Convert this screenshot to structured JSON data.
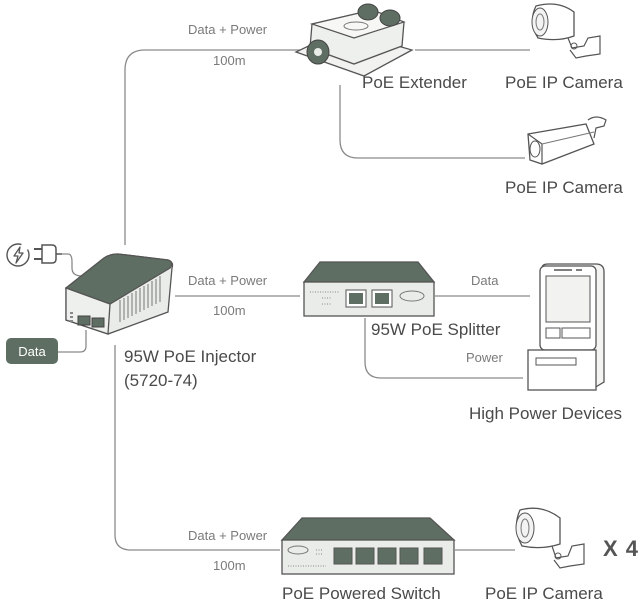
{
  "colors": {
    "device_top": "#5f6e63",
    "device_face": "#e9ece8",
    "outline": "#555555",
    "line": "#7a7a7a",
    "text": "#4a4a4a",
    "caption": "#7a7a7a"
  },
  "injector": {
    "name": "95W PoE Injector",
    "model": "(5720-74)",
    "data_badge": "Data"
  },
  "top_branch": {
    "link_label": "Data + Power",
    "distance": "100m",
    "extender_label": "PoE Extender",
    "camera1_label": "PoE IP Camera",
    "camera2_label": "PoE IP Camera"
  },
  "middle_branch": {
    "link_label": "Data + Power",
    "distance": "100m",
    "splitter_label": "95W PoE Splitter",
    "data_label": "Data",
    "power_label": "Power",
    "device_label": "High Power Devices"
  },
  "bottom_branch": {
    "link_label": "Data + Power",
    "distance": "100m",
    "switch_label": "PoE Powered Switch",
    "camera_label": "PoE IP Camera",
    "quantity": "X 4"
  },
  "icons": [
    "power-bolt-icon",
    "plug-icon",
    "injector-icon",
    "extender-icon",
    "camera-icon",
    "splitter-icon",
    "kiosk-device-icon",
    "switch-icon"
  ]
}
